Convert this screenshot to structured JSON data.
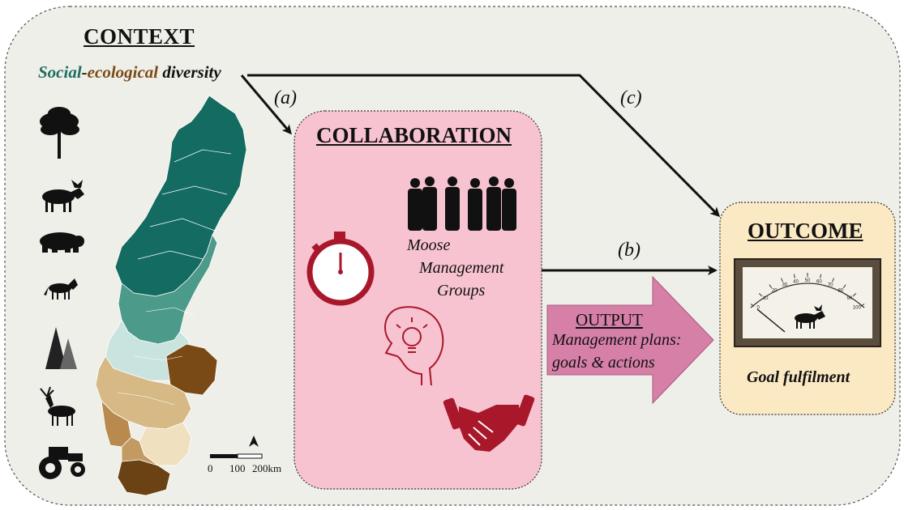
{
  "context": {
    "title": "CONTEXT",
    "subtitle": {
      "social": "Social",
      "dash": "-",
      "ecological": "ecological",
      "rest": " diversity",
      "social_color": "#1f6e62",
      "ecological_color": "#7a4a16"
    },
    "icons": [
      "tree-icon",
      "moose-icon",
      "bear-icon",
      "wolf-icon",
      "forest-icon",
      "deer-icon",
      "tractor-icon"
    ],
    "scale_bar": {
      "zero": "0",
      "mid": "100",
      "end": "200km"
    }
  },
  "arrows": {
    "a": "(a)",
    "b": "(b)",
    "c": "(c)"
  },
  "collaboration": {
    "title": "COLLABORATION",
    "groups_line1": "Moose",
    "groups_line2": "Management",
    "groups_line3": "Groups",
    "icons": [
      "people-group-icon",
      "stopwatch-icon",
      "head-lightbulb-icon",
      "handshake-icon"
    ]
  },
  "output": {
    "title": "OUTPUT",
    "line1": "Management plans:",
    "line2": "goals & actions"
  },
  "outcome": {
    "title": "OUTCOME",
    "caption": "Goal fulfilment",
    "gauge": {
      "ticks": [
        "0",
        "10",
        "20",
        "30",
        "40",
        "50",
        "60",
        "70",
        "80",
        "90",
        "100"
      ]
    }
  },
  "colors": {
    "context_bg": "#efefe9",
    "collaboration_bg": "#f7c3d1",
    "outcome_bg": "#fbe9c4",
    "output_arrow": "#d67fa7",
    "accent_red": "#a8182a",
    "teal_dark": "#136b61",
    "teal_mid": "#4c9a8a",
    "teal_light": "#c9e3df",
    "tan": "#d6b985",
    "brown": "#6b4214"
  }
}
